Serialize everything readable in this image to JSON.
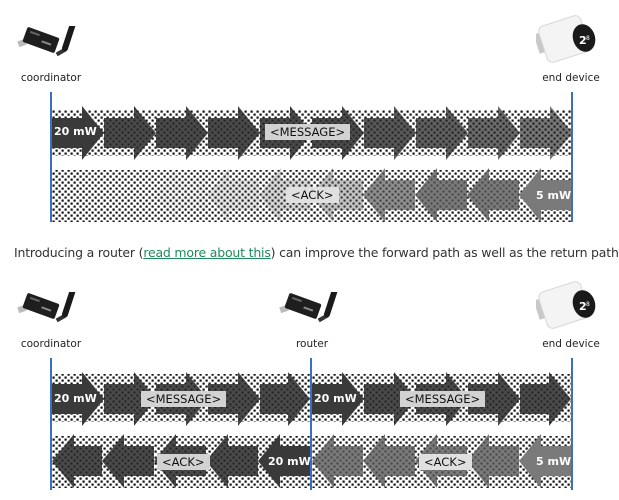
{
  "diagram1": {
    "nodes": [
      {
        "label": "coordinator",
        "icon": "usb-zigbee-dongle-icon"
      },
      {
        "label": "end device",
        "icon": "thermostat-valve-icon"
      }
    ],
    "forward": {
      "power": "20 mW",
      "payload": "<MESSAGE>",
      "direction": "right"
    },
    "return": {
      "power": "5 mW",
      "payload": "<ACK>",
      "direction": "left",
      "fading": true
    }
  },
  "paragraph": {
    "before": "Introducing a router (",
    "link": "read more about this",
    "after": ") can improve the forward path as well as the return path:"
  },
  "diagram2": {
    "nodes": [
      {
        "label": "coordinator",
        "icon": "usb-zigbee-dongle-icon"
      },
      {
        "label": "router",
        "icon": "usb-zigbee-dongle-icon"
      },
      {
        "label": "end device",
        "icon": "thermostat-valve-icon"
      }
    ],
    "segment1": {
      "forward": {
        "power": "20 mW",
        "payload": "<MESSAGE>"
      },
      "return": {
        "power": "20 mW",
        "payload": "<ACK>"
      }
    },
    "segment2": {
      "forward": {
        "power": "20 mW",
        "payload": "<MESSAGE>"
      },
      "return": {
        "power": "5 mW",
        "payload": "<ACK>"
      }
    }
  },
  "colors": {
    "line": "#3a6fc8",
    "arrow_dark": "#3c3c3c",
    "arrow_mid": "#6e6e6e",
    "arrow_light": "#8c8c8c",
    "link": "#1f8a5a",
    "label_bg": "#d0d0d0"
  }
}
